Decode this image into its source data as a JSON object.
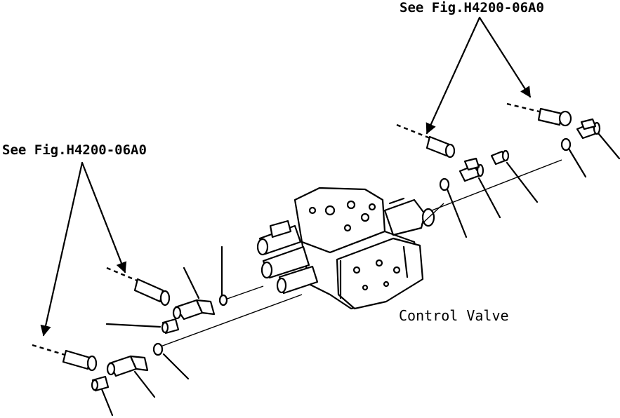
{
  "labels": {
    "ref_top": "See Fig.H4200-06A0",
    "ref_left": "See Fig.H4200-06A0",
    "control_valve": "Control Valve"
  },
  "colors": {
    "ink": "#000000",
    "paper": "#ffffff"
  }
}
